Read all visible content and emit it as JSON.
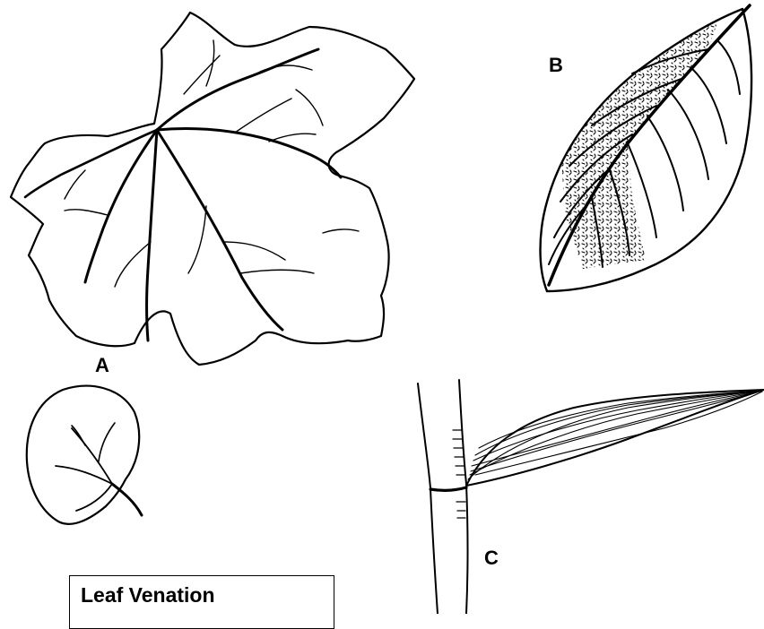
{
  "caption": "Leaf Venation",
  "labels": {
    "a": "A",
    "b": "B",
    "c": "C"
  },
  "colors": {
    "ink": "#000000",
    "background": "#ffffff"
  }
}
